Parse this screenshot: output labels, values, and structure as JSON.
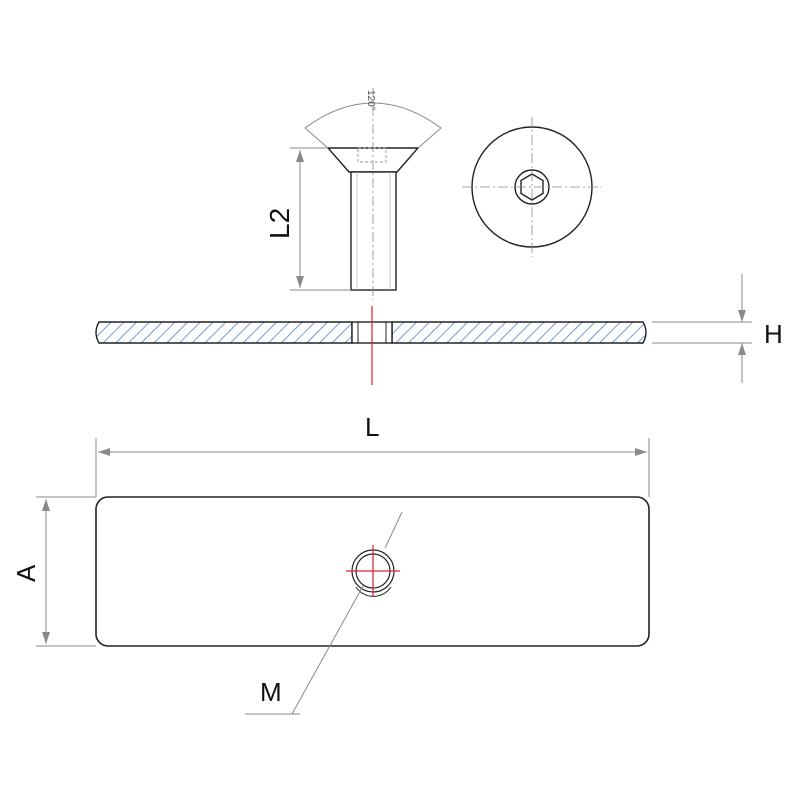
{
  "labels": {
    "screw_length": "L2",
    "plate_height": "H",
    "plate_length": "L",
    "plate_width": "A",
    "thread": "M",
    "head_angle": "120°"
  },
  "colors": {
    "outline": "#222222",
    "dimension": "#8a8a8a",
    "centerline": "#e0202a",
    "hatch": "#3f6fc4",
    "plate_fill": "#ffffff"
  }
}
